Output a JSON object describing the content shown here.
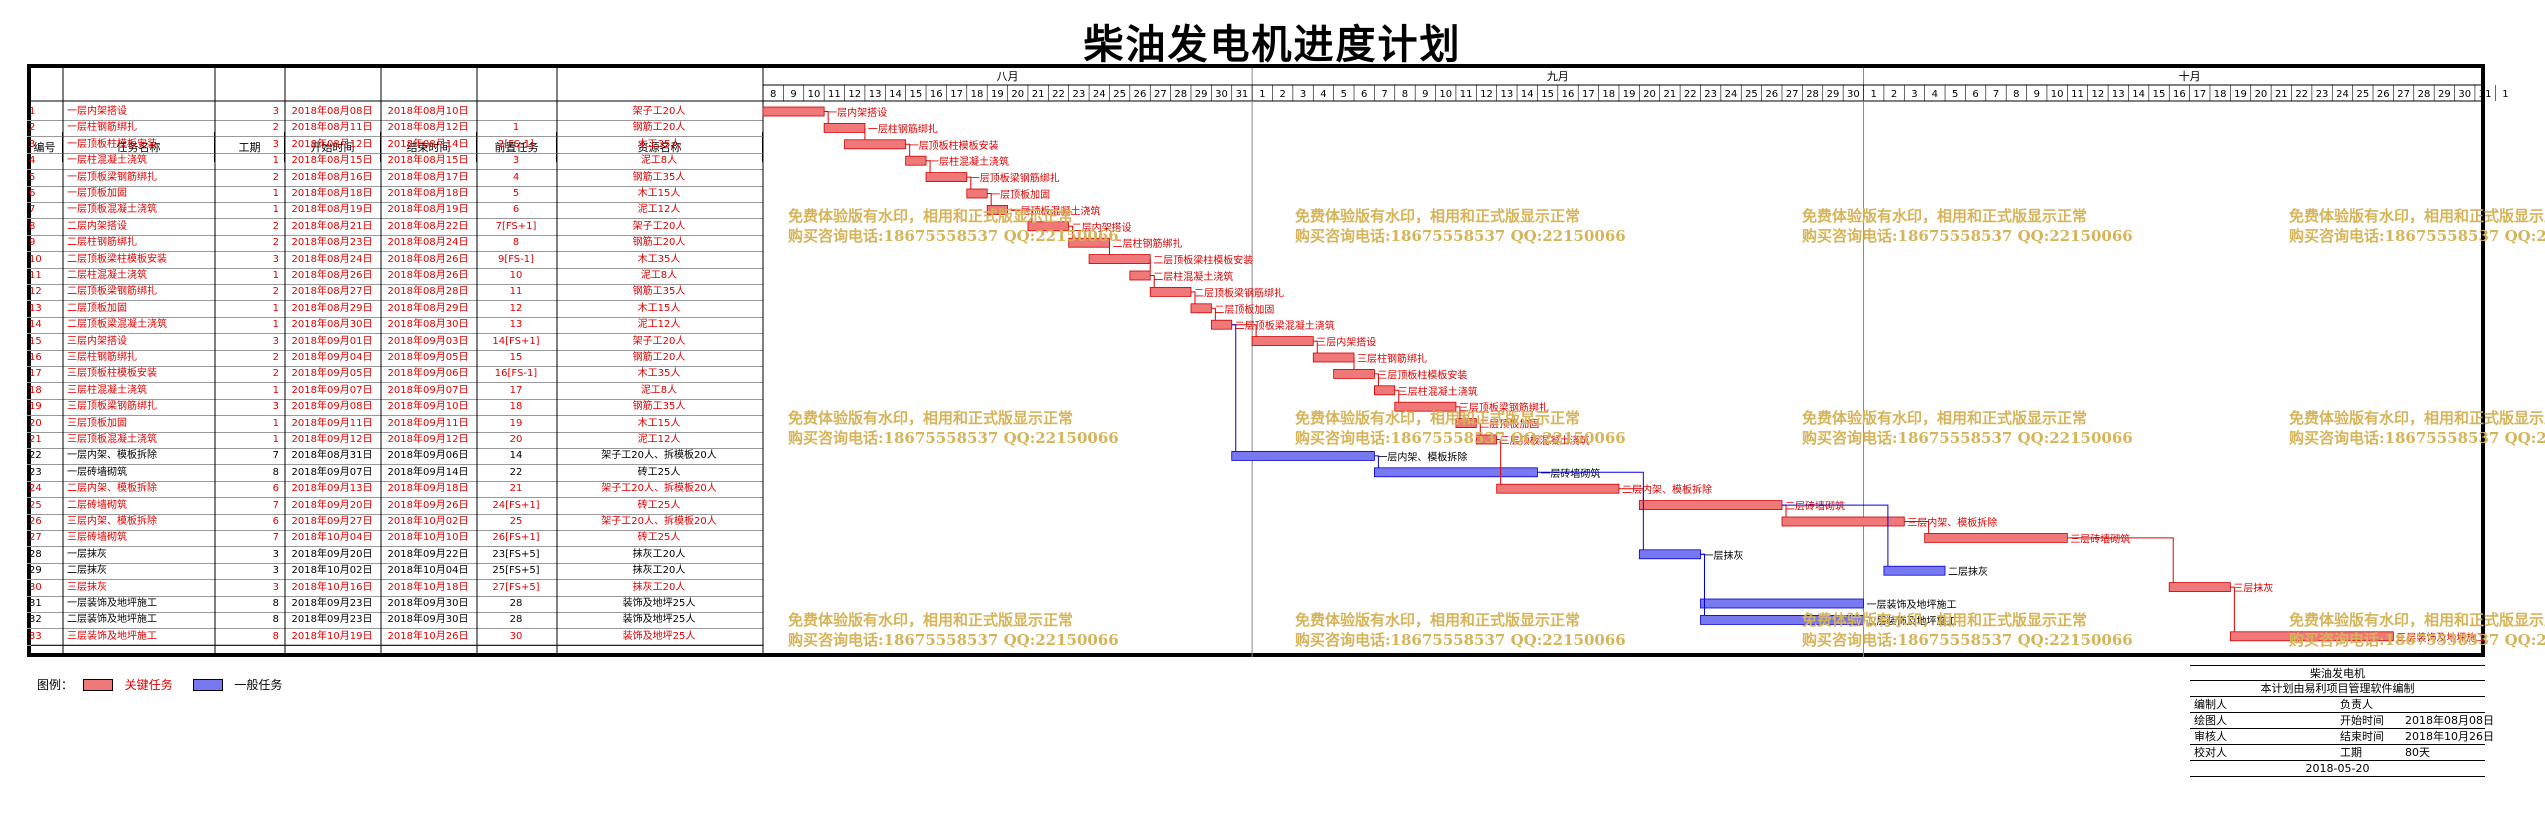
{
  "page": {
    "title": "柴油发电机进度计划"
  },
  "table": {
    "headers": {
      "id": "编号",
      "name": "任务名称",
      "duration": "工期",
      "start": "开始时间",
      "end": "结束时间",
      "pred": "前置任务",
      "resource": "资源名称"
    },
    "rows": [
      {
        "id": "1",
        "name": "一层内架搭设",
        "duration": "3",
        "start": "2018年08月08日",
        "end": "2018年08月10日",
        "pred": "",
        "resource": "架子工20人",
        "critical": true,
        "s": 0,
        "d": 3
      },
      {
        "id": "2",
        "name": "一层柱钢筋绑扎",
        "duration": "2",
        "start": "2018年08月11日",
        "end": "2018年08月12日",
        "pred": "1",
        "resource": "钢筋工20人",
        "critical": true,
        "s": 3,
        "d": 2
      },
      {
        "id": "3",
        "name": "一层顶板柱模板安装",
        "duration": "3",
        "start": "2018年08月12日",
        "end": "2018年08月14日",
        "pred": "2[FS-1]",
        "resource": "木工35人",
        "critical": true,
        "s": 4,
        "d": 3
      },
      {
        "id": "4",
        "name": "一层柱混凝土浇筑",
        "duration": "1",
        "start": "2018年08月15日",
        "end": "2018年08月15日",
        "pred": "3",
        "resource": "泥工8人",
        "critical": true,
        "s": 7,
        "d": 1
      },
      {
        "id": "5",
        "name": "一层顶板梁钢筋绑扎",
        "duration": "2",
        "start": "2018年08月16日",
        "end": "2018年08月17日",
        "pred": "4",
        "resource": "钢筋工35人",
        "critical": true,
        "s": 8,
        "d": 2
      },
      {
        "id": "6",
        "name": "一层顶板加固",
        "duration": "1",
        "start": "2018年08月18日",
        "end": "2018年08月18日",
        "pred": "5",
        "resource": "木工15人",
        "critical": true,
        "s": 10,
        "d": 1
      },
      {
        "id": "7",
        "name": "一层顶板混凝土浇筑",
        "duration": "1",
        "start": "2018年08月19日",
        "end": "2018年08月19日",
        "pred": "6",
        "resource": "泥工12人",
        "critical": true,
        "s": 11,
        "d": 1
      },
      {
        "id": "8",
        "name": "二层内架搭设",
        "duration": "2",
        "start": "2018年08月21日",
        "end": "2018年08月22日",
        "pred": "7[FS+1]",
        "resource": "架子工20人",
        "critical": true,
        "s": 13,
        "d": 2
      },
      {
        "id": "9",
        "name": "二层柱钢筋绑扎",
        "duration": "2",
        "start": "2018年08月23日",
        "end": "2018年08月24日",
        "pred": "8",
        "resource": "钢筋工20人",
        "critical": true,
        "s": 15,
        "d": 2
      },
      {
        "id": "10",
        "name": "二层顶板梁柱模板安装",
        "duration": "3",
        "start": "2018年08月24日",
        "end": "2018年08月26日",
        "pred": "9[FS-1]",
        "resource": "木工35人",
        "critical": true,
        "s": 16,
        "d": 3
      },
      {
        "id": "11",
        "name": "二层柱混凝土浇筑",
        "duration": "1",
        "start": "2018年08月26日",
        "end": "2018年08月26日",
        "pred": "10",
        "resource": "泥工8人",
        "critical": true,
        "s": 18,
        "d": 1
      },
      {
        "id": "12",
        "name": "二层顶板梁钢筋绑扎",
        "duration": "2",
        "start": "2018年08月27日",
        "end": "2018年08月28日",
        "pred": "11",
        "resource": "钢筋工35人",
        "critical": true,
        "s": 19,
        "d": 2
      },
      {
        "id": "13",
        "name": "二层顶板加固",
        "duration": "1",
        "start": "2018年08月29日",
        "end": "2018年08月29日",
        "pred": "12",
        "resource": "木工15人",
        "critical": true,
        "s": 21,
        "d": 1
      },
      {
        "id": "14",
        "name": "二层顶板梁混凝土浇筑",
        "duration": "1",
        "start": "2018年08月30日",
        "end": "2018年08月30日",
        "pred": "13",
        "resource": "泥工12人",
        "critical": true,
        "s": 22,
        "d": 1
      },
      {
        "id": "15",
        "name": "三层内架搭设",
        "duration": "3",
        "start": "2018年09月01日",
        "end": "2018年09月03日",
        "pred": "14[FS+1]",
        "resource": "架子工20人",
        "critical": true,
        "s": 24,
        "d": 3
      },
      {
        "id": "16",
        "name": "三层柱钢筋绑扎",
        "duration": "2",
        "start": "2018年09月04日",
        "end": "2018年09月05日",
        "pred": "15",
        "resource": "钢筋工20人",
        "critical": true,
        "s": 27,
        "d": 2
      },
      {
        "id": "17",
        "name": "三层顶板柱模板安装",
        "duration": "2",
        "start": "2018年09月05日",
        "end": "2018年09月06日",
        "pred": "16[FS-1]",
        "resource": "木工35人",
        "critical": true,
        "s": 28,
        "d": 2
      },
      {
        "id": "18",
        "name": "三层柱混凝土浇筑",
        "duration": "1",
        "start": "2018年09月07日",
        "end": "2018年09月07日",
        "pred": "17",
        "resource": "泥工8人",
        "critical": true,
        "s": 30,
        "d": 1
      },
      {
        "id": "19",
        "name": "三层顶板梁钢筋绑扎",
        "duration": "3",
        "start": "2018年09月08日",
        "end": "2018年09月10日",
        "pred": "18",
        "resource": "钢筋工35人",
        "critical": true,
        "s": 31,
        "d": 3
      },
      {
        "id": "20",
        "name": "三层顶板加固",
        "duration": "1",
        "start": "2018年09月11日",
        "end": "2018年09月11日",
        "pred": "19",
        "resource": "木工15人",
        "critical": true,
        "s": 34,
        "d": 1
      },
      {
        "id": "21",
        "name": "三层顶板混凝土浇筑",
        "duration": "1",
        "start": "2018年09月12日",
        "end": "2018年09月12日",
        "pred": "20",
        "resource": "泥工12人",
        "critical": true,
        "s": 35,
        "d": 1
      },
      {
        "id": "22",
        "name": "一层内架、模板拆除",
        "duration": "7",
        "start": "2018年08月31日",
        "end": "2018年09月06日",
        "pred": "14",
        "resource": "架子工20人、拆模板20人",
        "critical": false,
        "s": 23,
        "d": 7
      },
      {
        "id": "23",
        "name": "一层砖墙砌筑",
        "duration": "8",
        "start": "2018年09月07日",
        "end": "2018年09月14日",
        "pred": "22",
        "resource": "砖工25人",
        "critical": false,
        "s": 30,
        "d": 8
      },
      {
        "id": "24",
        "name": "二层内架、模板拆除",
        "duration": "6",
        "start": "2018年09月13日",
        "end": "2018年09月18日",
        "pred": "21",
        "resource": "架子工20人、拆模板20人",
        "critical": true,
        "s": 36,
        "d": 6
      },
      {
        "id": "25",
        "name": "二层砖墙砌筑",
        "duration": "7",
        "start": "2018年09月20日",
        "end": "2018年09月26日",
        "pred": "24[FS+1]",
        "resource": "砖工25人",
        "critical": true,
        "s": 43,
        "d": 7
      },
      {
        "id": "26",
        "name": "三层内架、模板拆除",
        "duration": "6",
        "start": "2018年09月27日",
        "end": "2018年10月02日",
        "pred": "25",
        "resource": "架子工20人、拆模板20人",
        "critical": true,
        "s": 50,
        "d": 6
      },
      {
        "id": "27",
        "name": "三层砖墙砌筑",
        "duration": "7",
        "start": "2018年10月04日",
        "end": "2018年10月10日",
        "pred": "26[FS+1]",
        "resource": "砖工25人",
        "critical": true,
        "s": 57,
        "d": 7
      },
      {
        "id": "28",
        "name": "一层抹灰",
        "duration": "3",
        "start": "2018年09月20日",
        "end": "2018年09月22日",
        "pred": "23[FS+5]",
        "resource": "抹灰工20人",
        "critical": false,
        "s": 43,
        "d": 3
      },
      {
        "id": "29",
        "name": "二层抹灰",
        "duration": "3",
        "start": "2018年10月02日",
        "end": "2018年10月04日",
        "pred": "25[FS+5]",
        "resource": "抹灰工20人",
        "critical": false,
        "s": 55,
        "d": 3
      },
      {
        "id": "30",
        "name": "三层抹灰",
        "duration": "3",
        "start": "2018年10月16日",
        "end": "2018年10月18日",
        "pred": "27[FS+5]",
        "resource": "抹灰工20人",
        "critical": true,
        "s": 69,
        "d": 3
      },
      {
        "id": "31",
        "name": "一层装饰及地坪施工",
        "duration": "8",
        "start": "2018年09月23日",
        "end": "2018年09月30日",
        "pred": "28",
        "resource": "装饰及地坪25人",
        "critical": false,
        "s": 46,
        "d": 8
      },
      {
        "id": "32",
        "name": "二层装饰及地坪施工",
        "duration": "8",
        "start": "2018年09月23日",
        "end": "2018年09月30日",
        "pred": "28",
        "resource": "装饰及地坪25人",
        "critical": false,
        "s": 46,
        "d": 8
      },
      {
        "id": "33",
        "name": "三层装饰及地坪施工",
        "duration": "8",
        "start": "2018年10月19日",
        "end": "2018年10月26日",
        "pred": "30",
        "resource": "装饰及地坪25人",
        "critical": true,
        "s": 72,
        "d": 8
      }
    ]
  },
  "timeline": {
    "months": [
      {
        "label": "八月",
        "days": [
          8,
          9,
          10,
          11,
          12,
          13,
          14,
          15,
          16,
          17,
          18,
          19,
          20,
          21,
          22,
          23,
          24,
          25,
          26,
          27,
          28,
          29,
          30,
          31
        ]
      },
      {
        "label": "九月",
        "days": [
          1,
          2,
          3,
          4,
          5,
          6,
          7,
          8,
          9,
          10,
          11,
          12,
          13,
          14,
          15,
          16,
          17,
          18,
          19,
          20,
          21,
          22,
          23,
          24,
          25,
          26,
          27,
          28,
          29,
          30
        ]
      },
      {
        "label": "十月",
        "days": [
          1,
          2,
          3,
          4,
          5,
          6,
          7,
          8,
          9,
          10,
          11,
          12,
          13,
          14,
          15,
          16,
          17,
          18,
          19,
          20,
          21,
          22,
          23,
          24,
          25,
          26,
          27,
          28,
          29,
          30,
          31,
          1
        ]
      }
    ]
  },
  "watermark": {
    "line1": "免费体验版有水印，相用和正式版显示正常",
    "line2": "购买咨询电话:18675558537 QQ:22150066"
  },
  "legend": {
    "label": "图例：",
    "critical": "关键任务",
    "normal": "一般任务"
  },
  "colors": {
    "critical": "#f07878",
    "normal": "#7878f0",
    "critical_text": "#e00000",
    "watermark": "#d6b45a"
  },
  "info": {
    "project": "柴油发电机",
    "subtitle": "本计划由易利项目管理软件编制",
    "rows": [
      {
        "k1": "编制人",
        "v1": "",
        "k2": "负责人",
        "v2": ""
      },
      {
        "k1": "绘图人",
        "v1": "",
        "k2": "开始时间",
        "v2": "2018年08月08日"
      },
      {
        "k1": "审核人",
        "v1": "",
        "k2": "结束时间",
        "v2": "2018年10月26日"
      },
      {
        "k1": "校对人",
        "v1": "",
        "k2": "工期",
        "v2": "80天"
      }
    ],
    "date": "2018-05-20"
  }
}
